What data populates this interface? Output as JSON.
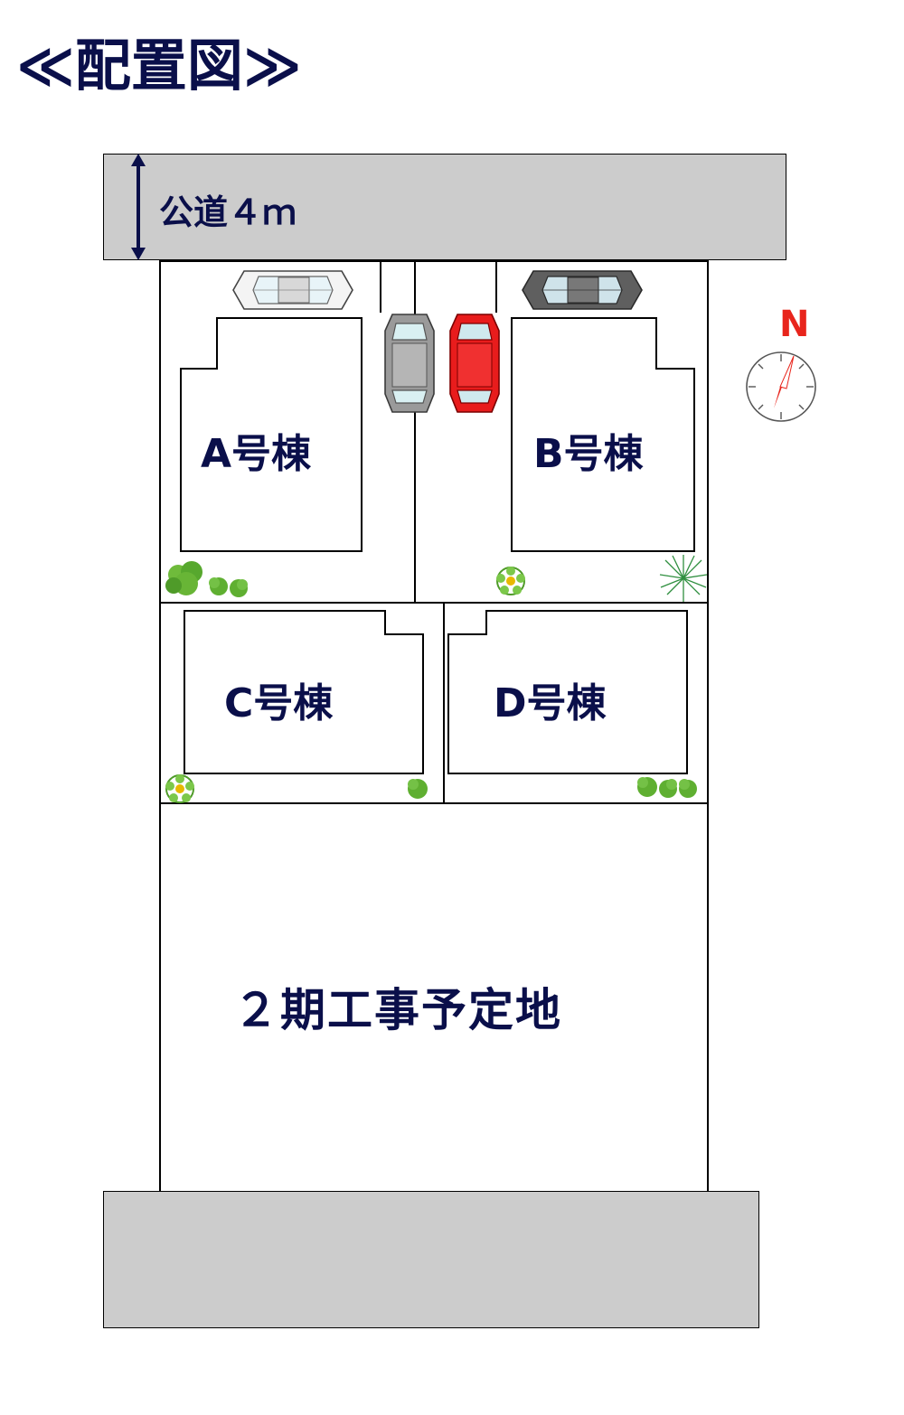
{
  "page": {
    "title": "≪配置図≫",
    "background_color": "#ffffff",
    "ink_color": "#0a0f4a"
  },
  "roads": {
    "top": {
      "label": "公道４ｍ",
      "fill_color": "#cccccc",
      "arrow_name": "road-width-arrow"
    },
    "bottom": {
      "label": "",
      "fill_color": "#cccccc"
    }
  },
  "lots": [
    {
      "id": "A",
      "label": "A号棟"
    },
    {
      "id": "B",
      "label": "B号棟"
    },
    {
      "id": "C",
      "label": "C号棟"
    },
    {
      "id": "D",
      "label": "D号棟"
    }
  ],
  "phase2": {
    "label": "２期工事予定地"
  },
  "compass": {
    "north_label": "N",
    "needle_color": "#e8251c"
  },
  "cars": [
    {
      "name": "car-a-white",
      "color": "#f2f2f2",
      "orientation": "horizontal"
    },
    {
      "name": "car-center-grey",
      "color": "#808080",
      "orientation": "vertical"
    },
    {
      "name": "car-center-red",
      "color": "#e81c1c",
      "orientation": "vertical"
    },
    {
      "name": "car-b-dark",
      "color": "#565656",
      "orientation": "horizontal"
    }
  ],
  "plants": [
    {
      "name": "shrub-a-large",
      "color": "#5aa832"
    },
    {
      "name": "shrub-a-small-1",
      "color": "#5aa832"
    },
    {
      "name": "shrub-a-small-2",
      "color": "#5aa832"
    },
    {
      "name": "shrub-b-flower",
      "color": "#5aa832"
    },
    {
      "name": "tree-b-right",
      "color": "#2f8f3f"
    },
    {
      "name": "shrub-c-flower",
      "color": "#5aa832"
    },
    {
      "name": "shrub-c-right",
      "color": "#5aa832"
    },
    {
      "name": "shrub-d-1",
      "color": "#5aa832"
    },
    {
      "name": "shrub-d-2",
      "color": "#5aa832"
    },
    {
      "name": "shrub-d-3",
      "color": "#5aa832"
    }
  ]
}
